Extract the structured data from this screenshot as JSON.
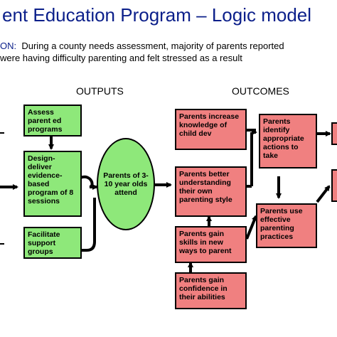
{
  "title": "ent Education Program – Logic model",
  "situation": {
    "label": "ON:",
    "line1": "During a county needs assessment, majority of parents reported",
    "line2": "were having difficulty parenting and felt stressed as a result"
  },
  "headers": {
    "outputs": "OUTPUTS",
    "outcomes": "OUTCOMES"
  },
  "outputs": {
    "assess": "Assess parent ed programs",
    "design": "Design-deliver evidence-based program of 8 sessions",
    "facilitate": "Facilitate support groups",
    "participants": "Parents of 3-10 year olds attend"
  },
  "outcomes": {
    "knowledge": "Parents increase knowledge of child dev",
    "understanding": "Parents better understanding their own parenting style",
    "skills": "Parents gain skills in  new ways to parent",
    "confidence": "Parents gain confidence in their abilities",
    "identify": "Parents identify appropriate actions to take",
    "practices": "Parents use effective parenting practices"
  },
  "colors": {
    "title": "#0b1f8a",
    "outputs_fill": "#8ee87a",
    "outcomes_fill": "#f08080"
  }
}
